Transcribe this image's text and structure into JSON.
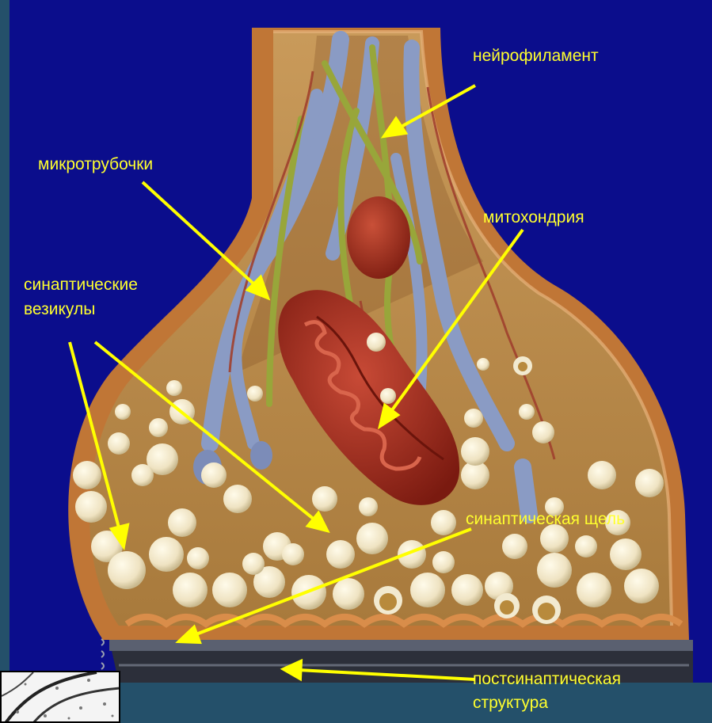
{
  "labels": {
    "neurofilament": "нейрофиламент",
    "microtubules": "микротрубочки",
    "mitochondria": "митохондрия",
    "vesicles_line1": "синаптические",
    "vesicles_line2": "везикулы",
    "cleft": "синаптическая щель",
    "postsynaptic_line1": "постсинаптическая",
    "postsynaptic_line2": "структура"
  },
  "colors": {
    "slide_background": "#0b0d8c",
    "outer_frame": "#24506a",
    "label_text": "#ffff2e",
    "arrow": "#ffff00",
    "terminal_membrane": "#c47a3a",
    "cytoplasm": "#b8854a",
    "mitochondrion": "#9b2418",
    "vesicle": "#f2ead0",
    "microtubule": "#8a9bc4",
    "neurofilament": "#98a63a"
  }
}
